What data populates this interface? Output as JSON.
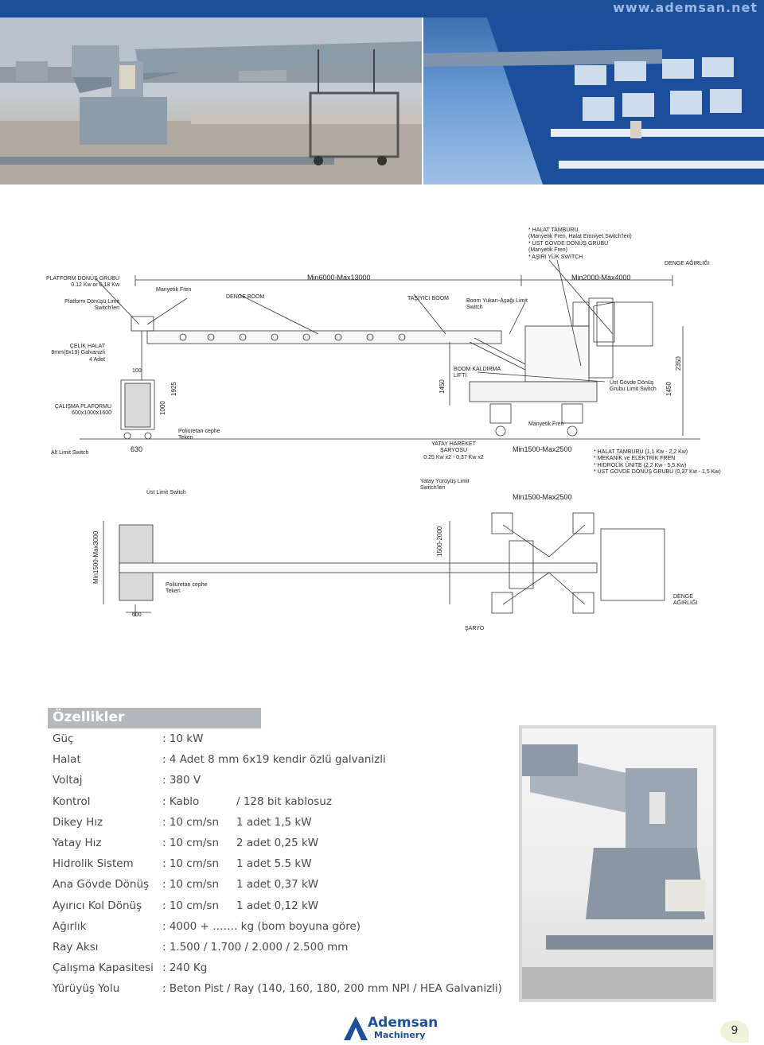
{
  "header": {
    "url": "www.ademsan.net"
  },
  "diagram": {
    "top_notes": [
      "* HALAT TAMBURU",
      "(Manyetik Fren, Halat Emniyet Switch'leri)",
      "* ÜST GÖVDE DÖNÜŞ GRUBU",
      "(Manyetik Fren)",
      "* AŞIRI YÜK SWITCH"
    ],
    "denge_agirligi_top": "DENGE AĞIRLIĞI",
    "platform_donus_grubu": [
      "PLATFORM DÖNÜŞ GRUBU",
      "0.12 Kw or 0,18 Kw"
    ],
    "platform_donusu_limit": [
      "Platform Dönüşü Limit",
      "Switch'leri"
    ],
    "manyetik_fren_left": "Manyetik Fren",
    "denge_boom": "DENGE BOOM",
    "dim_min6000": "Min6000-Max13000",
    "tasiyici_boom": "TAŞIYICI BOOM",
    "boom_yukari": [
      "Boom Yukarı-Aşağı Limit",
      "Switch"
    ],
    "dim_min2000": "Min2000-Max4000",
    "celik_halat": [
      "ÇELİK HALAT",
      "8mm(6x19) Galvanizli",
      "4 Adet"
    ],
    "dim_100": "100",
    "dim_1000": "1000",
    "dim_1925": "1925",
    "dim_1450_a": "1450",
    "boom_kaldirma": [
      "BOOM KALDIRMA",
      "LİFTİ"
    ],
    "ust_govde_donus": [
      "Üst Gövde Dönüş",
      "Grubu Limit Switch"
    ],
    "dim_1450_b": "1450",
    "dim_2350": "2350",
    "calisma_plaformu": [
      "ÇALIŞMA PLAFORMU",
      "600x1000x1600"
    ],
    "manyetik_fren_mid": "Manyetik Fren",
    "poliuretan_top": [
      "Poliüretan cephe",
      "Tekeri"
    ],
    "alt_limit": "Alt Limit Switch",
    "dim_630": "630",
    "yatay_hareket": [
      "YATAY HAREKET",
      "ŞARYOSU",
      "0.25 Kw x2 - 0,37 Kw x2"
    ],
    "dim_min1500_a": "Min1500-Max2500",
    "right_notes": [
      "* HALAT TAMBURU (1,1 Kw - 2,2 Kw)",
      "* MEKANİK ve ELEKTRİK FREN",
      "* HİDROLİK ÜNİTE  (2,2 Kw - 5,5 Kw)",
      "* ÜST GÖVDE DÖNÜŞ GRUBU  (0,37 Kw - 1,5 Kw)"
    ],
    "yatay_yuruyus": [
      "Yatay Yürüyüş Limit",
      "Switch'leri"
    ],
    "ust_limit": "Üst Limit Switch",
    "dim_min1500_b": "Min1500-Max2500",
    "dim_min1500_side": "Min1500-Max3000",
    "dim_1500_2000": "1500-2000",
    "poliuretan_bottom": [
      "Poliüretan cephe",
      "Tekeri"
    ],
    "denge_agirligi_bottom": [
      "DENGE",
      "AĞIRLIĞI"
    ],
    "dim_600": "600",
    "saryo": "ŞARYO"
  },
  "specs": {
    "title": "Özellikler",
    "rows": [
      {
        "k": "Güç",
        "v1": ": 10 kW",
        "v2": ""
      },
      {
        "k": "Halat",
        "v1": ": 4 Adet 8 mm 6x19 kendir özlü galvanizli",
        "v2": ""
      },
      {
        "k": "Voltaj",
        "v1": ": 380 V",
        "v2": ""
      },
      {
        "k": "Kontrol",
        "v1": ": Kablo",
        "v2": "/ 128 bit kablosuz"
      },
      {
        "k": "Dikey Hız",
        "v1": ": 10 cm/sn",
        "v2": "1 adet 1,5  kW"
      },
      {
        "k": "Yatay Hız",
        "v1": ": 10 cm/sn",
        "v2": "2 adet 0,25 kW"
      },
      {
        "k": "Hidrolik Sistem",
        "v1": ": 10 cm/sn",
        "v2": "1 adet 5.5 kW"
      },
      {
        "k": "Ana Gövde Dönüş",
        "v1": ": 10 cm/sn",
        "v2": "1 adet 0,37 kW"
      },
      {
        "k": "Ayırıcı Kol Dönüş",
        "v1": ": 10 cm/sn",
        "v2": "1 adet 0,12 kW"
      },
      {
        "k": "Ağırlık",
        "v1": ": 4000 + ……. kg (bom boyuna göre)",
        "v2": ""
      },
      {
        "k": "Ray Aksı",
        "v1": ": 1.500 / 1.700 / 2.000 / 2.500 mm",
        "v2": ""
      },
      {
        "k": "Çalışma Kapasitesi",
        "v1": ": 240 Kg",
        "v2": ""
      },
      {
        "k": "Yürüyüş Yolu",
        "v1": ": Beton Pist / Ray (140, 160, 180, 200 mm NPI / HEA Galvanizli)",
        "v2": ""
      }
    ]
  },
  "footer": {
    "brand": "Ademsan",
    "sub": "Machinery",
    "page": "9"
  },
  "colors": {
    "brand_blue": "#1d4f99",
    "spec_header": "#b5b8bd",
    "spec_text": "#4a4a4a"
  }
}
